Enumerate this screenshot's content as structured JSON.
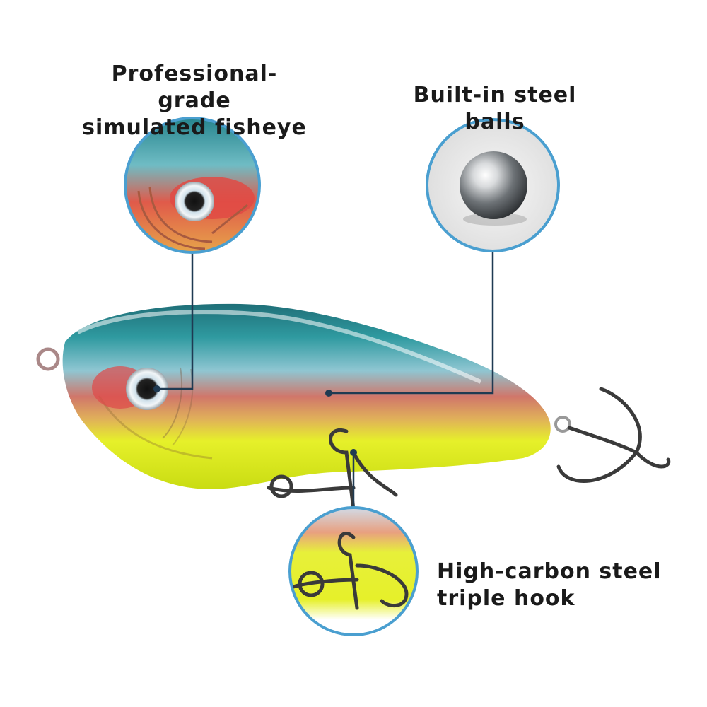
{
  "callouts": {
    "fisheye": {
      "line1": "Professional-grade",
      "line2": "simulated fisheye"
    },
    "steel_balls": {
      "line1": "Built-in steel balls"
    },
    "hook": {
      "line1": "High-carbon steel",
      "line2": "triple hook"
    }
  },
  "colors": {
    "callout_ring": "#4a9fd0",
    "leader_line": "#1f3a52",
    "body_top": "#2a8a8c",
    "body_mid": "#d65a4a",
    "body_belly": "#dcef1c",
    "hook_metal": "#3a3a3a"
  }
}
